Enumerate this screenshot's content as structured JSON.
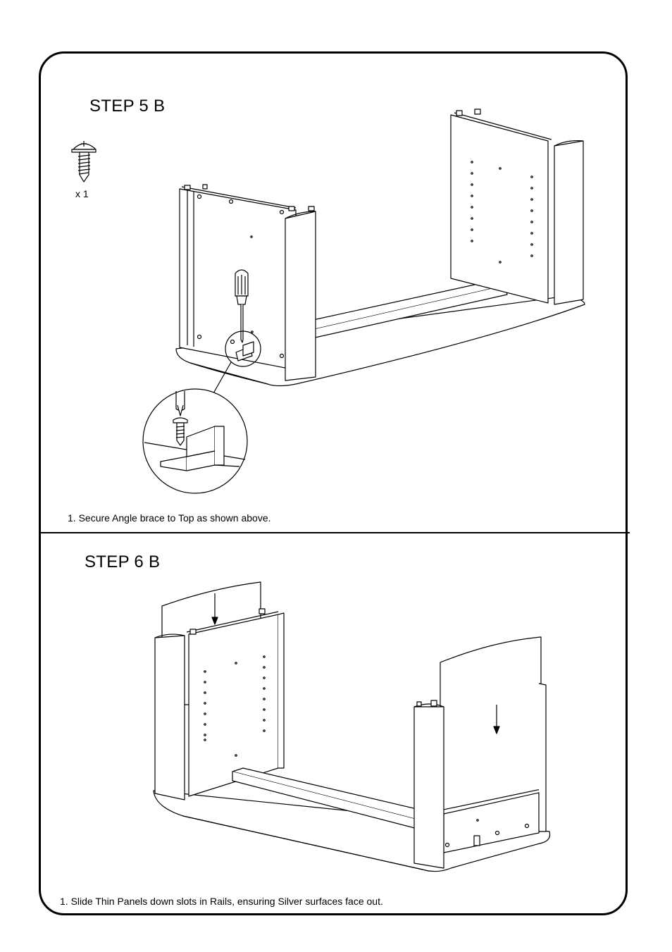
{
  "steps": [
    {
      "title": "STEP 5 B",
      "hardware_quantity": "x 1",
      "hardware_icon": "screw-icon",
      "instruction": "1. Secure Angle brace to Top as shown above."
    },
    {
      "title": "STEP 6 B",
      "instruction": "1. Slide Thin Panels down slots in Rails, ensuring Silver surfaces face out."
    }
  ]
}
